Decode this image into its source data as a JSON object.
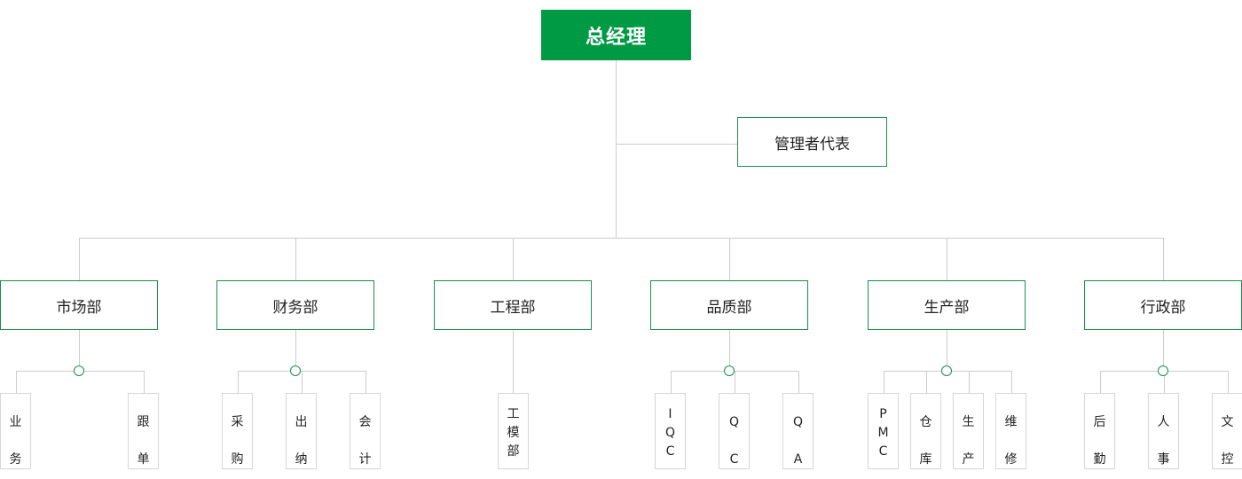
{
  "diagram": {
    "root": {
      "label": "总经理"
    },
    "representative": {
      "label": "管理者代表"
    },
    "departments": [
      {
        "key": "market",
        "label": "市场部",
        "subunits": [
          {
            "label": "业务",
            "chars": [
              "业",
              "务"
            ]
          },
          {
            "label": "跟单",
            "chars": [
              "跟",
              "单"
            ]
          }
        ]
      },
      {
        "key": "finance",
        "label": "财务部",
        "subunits": [
          {
            "label": "采购",
            "chars": [
              "采",
              "购"
            ]
          },
          {
            "label": "出纳",
            "chars": [
              "出",
              "纳"
            ]
          },
          {
            "label": "会计",
            "chars": [
              "会",
              "计"
            ]
          }
        ]
      },
      {
        "key": "engineering",
        "label": "工程部",
        "subunits": [
          {
            "label": "工模部",
            "chars": [
              "工",
              "模",
              "部"
            ]
          }
        ]
      },
      {
        "key": "quality",
        "label": "品质部",
        "subunits": [
          {
            "label": "IQC",
            "chars": [
              "I",
              "Q",
              "C"
            ]
          },
          {
            "label": "QC",
            "chars": [
              "Q",
              "C"
            ]
          },
          {
            "label": "QA",
            "chars": [
              "Q",
              "A"
            ]
          }
        ]
      },
      {
        "key": "production",
        "label": "生产部",
        "subunits": [
          {
            "label": "PMC",
            "chars": [
              "P",
              "M",
              "C"
            ]
          },
          {
            "label": "仓库",
            "chars": [
              "仓",
              "库"
            ]
          },
          {
            "label": "生产",
            "chars": [
              "生",
              "产"
            ]
          },
          {
            "label": "维修",
            "chars": [
              "维",
              "修"
            ]
          }
        ]
      },
      {
        "key": "admin",
        "label": "行政部",
        "subunits": [
          {
            "label": "后勤",
            "chars": [
              "后",
              "勤"
            ]
          },
          {
            "label": "人事",
            "chars": [
              "人",
              "事"
            ]
          },
          {
            "label": "文控",
            "chars": [
              "文",
              "控"
            ]
          }
        ]
      }
    ],
    "colors": {
      "root_fill": "#009944",
      "node_border": "#1a8f4a",
      "connector": "#cccccc",
      "subunit_border": "#d6d6d6"
    }
  }
}
